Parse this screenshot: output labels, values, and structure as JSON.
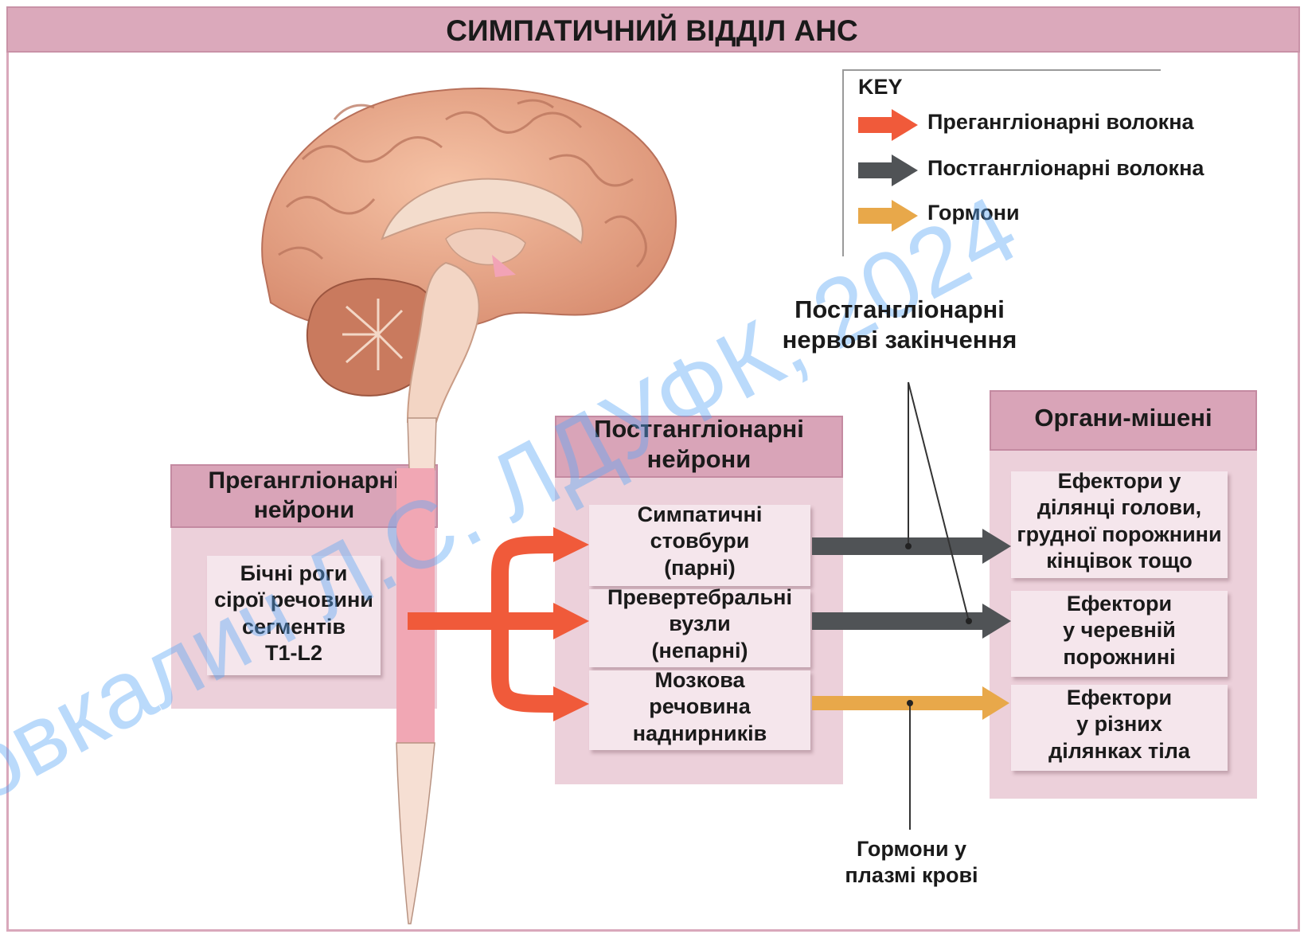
{
  "title": "СИМПАТИЧНИЙ ВІДДІЛ АНС",
  "key": {
    "heading": "KEY",
    "items": [
      {
        "label": "Прегангліонарні волокна",
        "color": "#f05a3a"
      },
      {
        "label": "Постгангліонарні волокна",
        "color": "#505356"
      },
      {
        "label": "Гормони",
        "color": "#e8a84a"
      }
    ]
  },
  "preganglionic": {
    "header": [
      "Прегангліонарні",
      "нейрони"
    ],
    "cell": [
      "Бічні роги",
      "сірої речовини",
      "сегментів",
      "T1-L2"
    ]
  },
  "postganglionic": {
    "header": [
      "Постгангліонарні",
      "нейрони"
    ],
    "cells": [
      [
        "Симпатичні",
        "стовбури",
        "(парні)"
      ],
      [
        "Превертебральні",
        "вузли",
        "(непарні)"
      ],
      [
        "Мозкова",
        "речовина",
        "наднирників"
      ]
    ]
  },
  "targets": {
    "header": "Органи-мішені",
    "cells": [
      [
        "Ефектори у",
        "ділянці голови,",
        "грудної порожнини",
        "кінцівок тощо"
      ],
      [
        "Ефектори",
        "у черевній",
        "порожнині"
      ],
      [
        "Ефектори",
        "у різних",
        "ділянках тіла"
      ]
    ]
  },
  "annotations": {
    "endings": [
      "Постгангліонарні",
      "нервові закінчення"
    ],
    "plasma": [
      "Гормони у",
      "плазмі крові"
    ]
  },
  "watermark": "овкалич Л.С. ЛДУФК, 2024"
}
